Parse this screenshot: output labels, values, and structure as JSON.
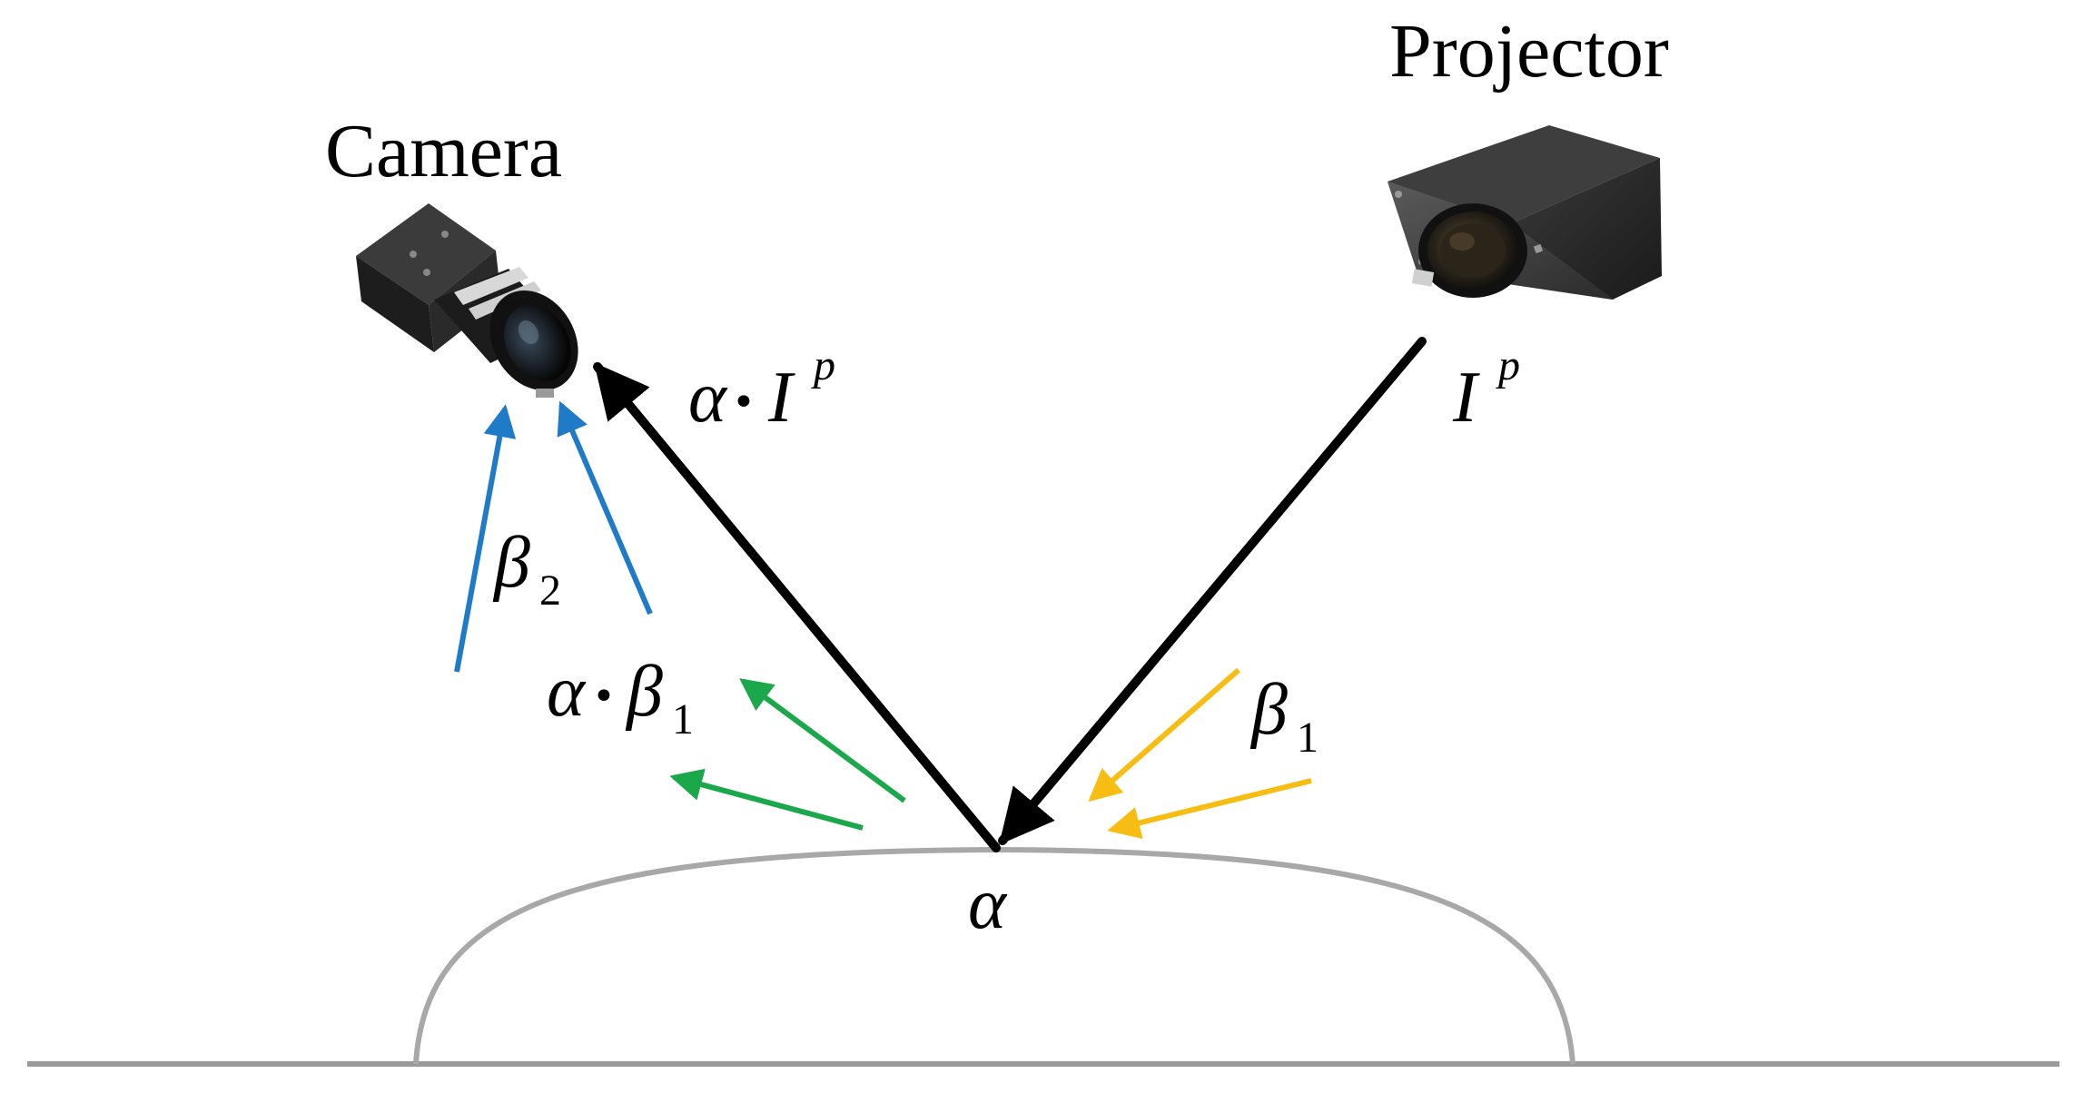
{
  "labels": {
    "camera": "Camera",
    "projector": "Projector"
  },
  "math": {
    "reflected": {
      "base": "α",
      "bullet": "•",
      "intensity": "I",
      "sup": "p"
    },
    "projected": {
      "intensity": "I",
      "sup": "p"
    },
    "beta2": {
      "symbol": "β",
      "sub": "2"
    },
    "alpha_beta1": {
      "base": "α",
      "bullet": "•",
      "symbol": "β",
      "sub": "1"
    },
    "beta1": {
      "symbol": "β",
      "sub": "1"
    },
    "albedo": {
      "symbol": "α"
    }
  },
  "colors": {
    "main_ray": "#000000",
    "direct_ambient": "#1f7bc8",
    "reflected_ambient": "#1aa84b",
    "incident_ambient": "#f7bd12",
    "surface": "#a8a8a8",
    "ground": "#9a9a9a"
  },
  "icons": {
    "camera": "industrial-camera-icon",
    "projector": "projector-icon"
  }
}
